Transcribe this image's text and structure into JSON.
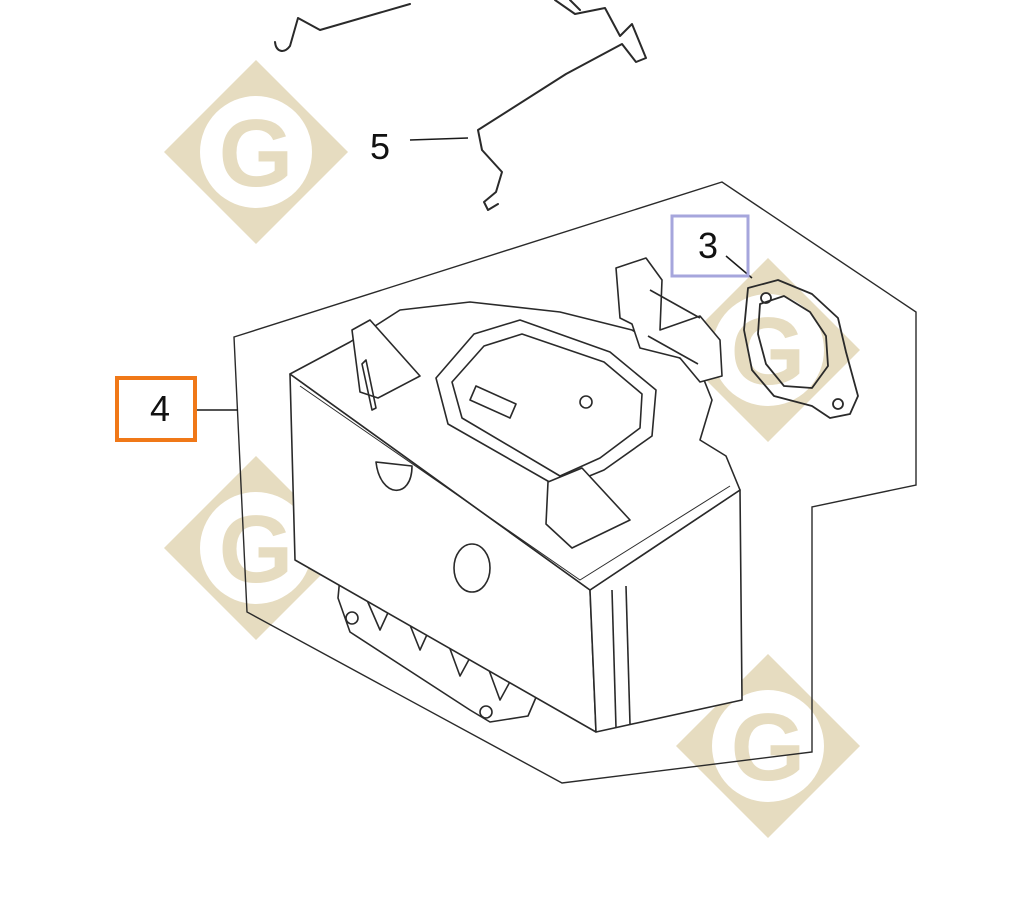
{
  "callouts": {
    "part_3": {
      "label": "3",
      "highlight": "#a6a6dc"
    },
    "part_4": {
      "label": "4",
      "highlight": "#f07818"
    },
    "part_5": {
      "label": "5"
    }
  },
  "watermark": {
    "letter": "G",
    "color": "#e6dcc0",
    "icon": "g-diamond-logo"
  },
  "colors": {
    "line": "#1a1a1a",
    "fill": "#ffffff"
  }
}
